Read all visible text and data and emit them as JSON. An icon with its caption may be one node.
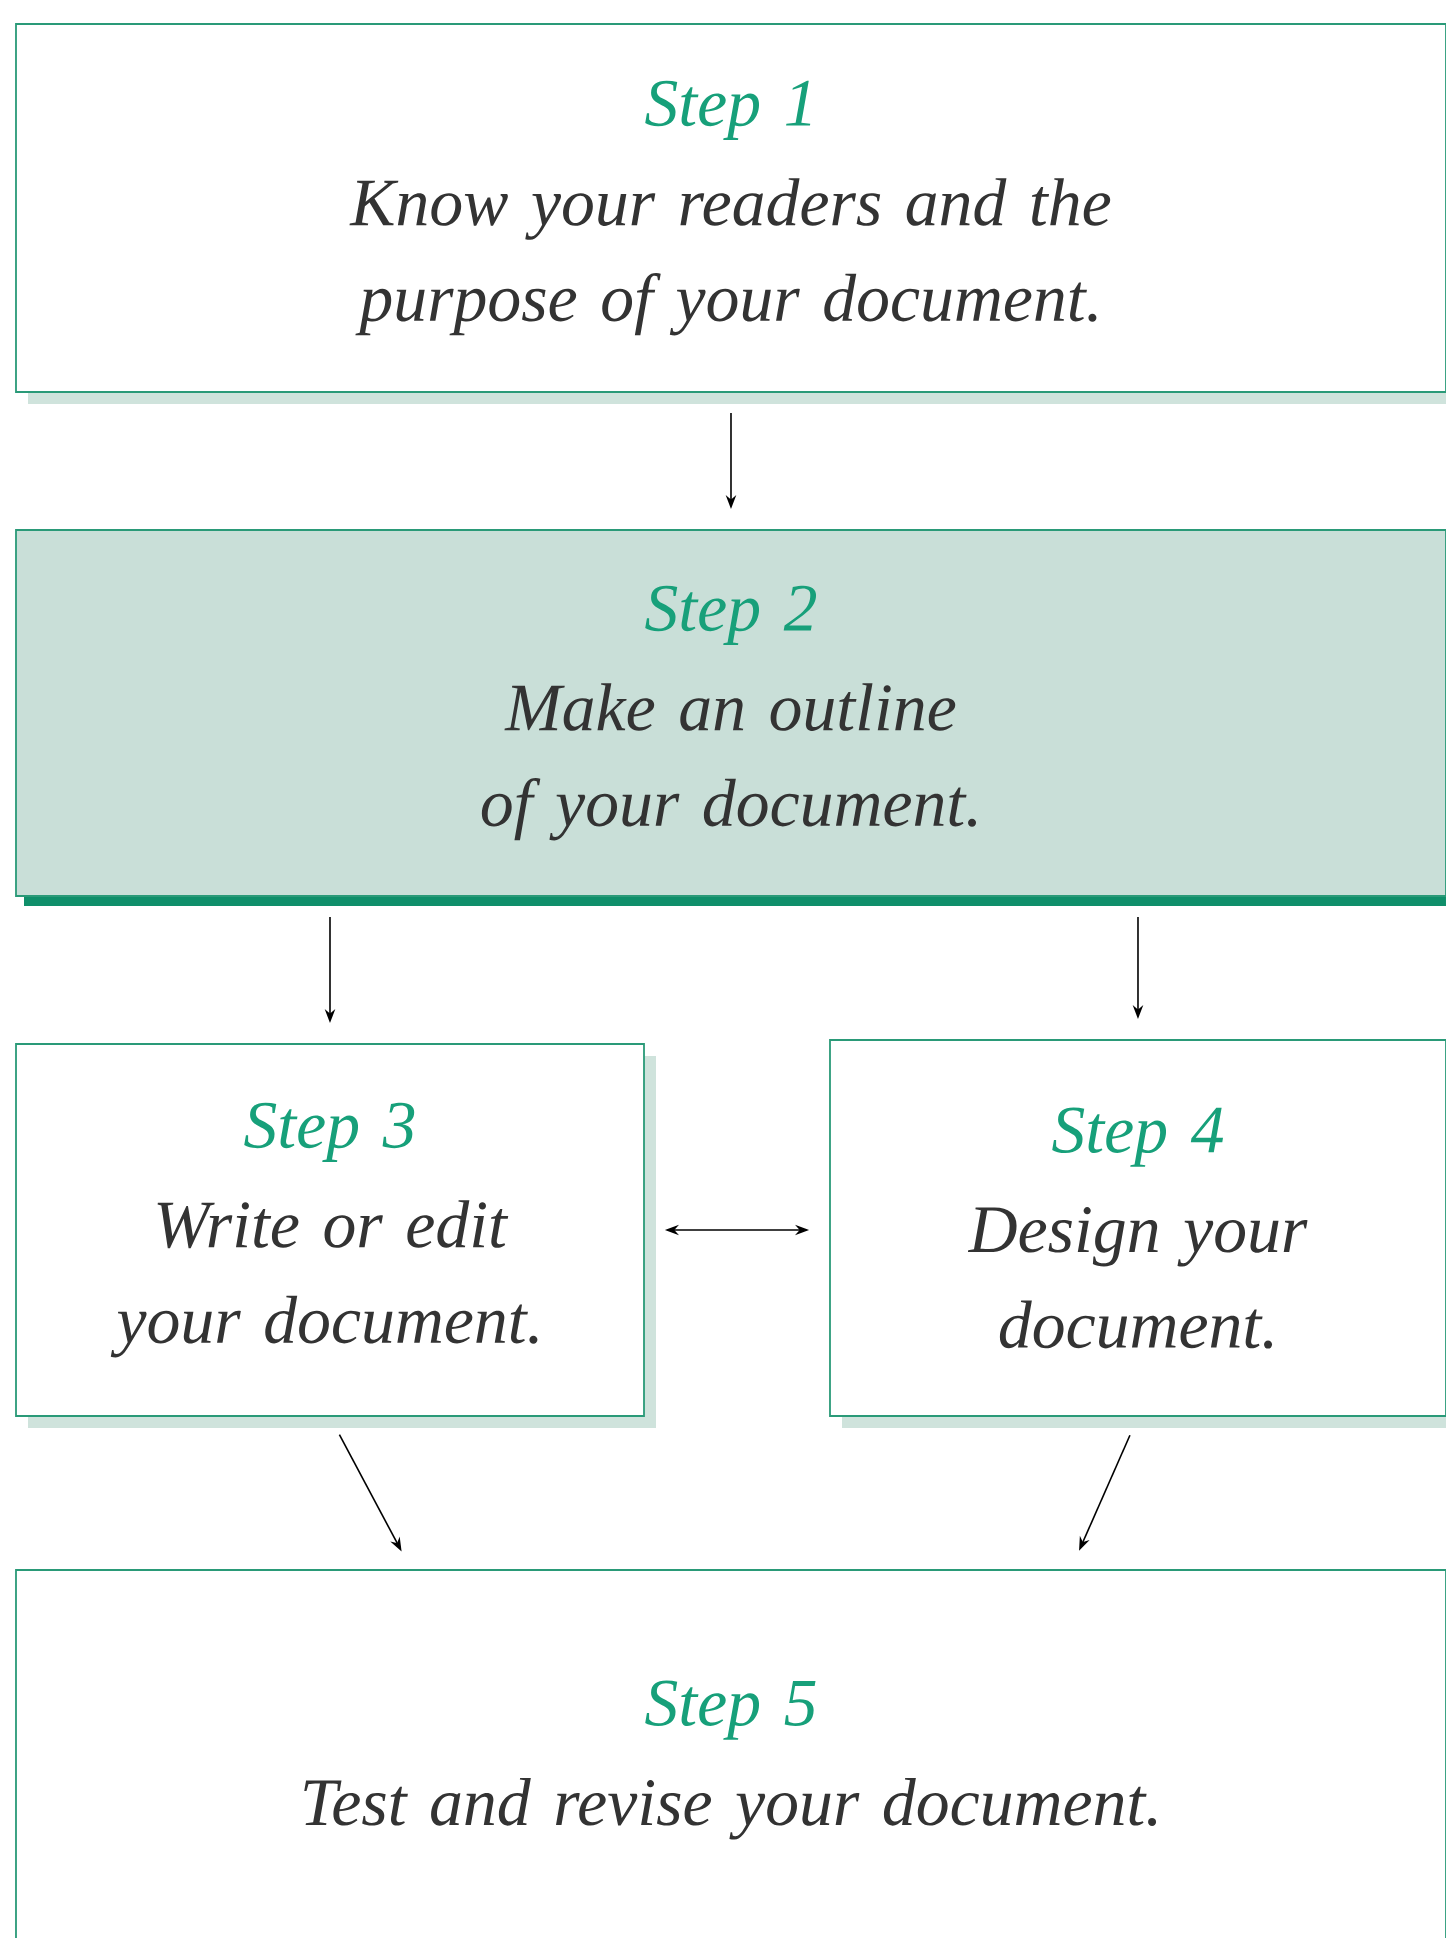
{
  "diagram": {
    "nodes": [
      {
        "text": [
          "Step 1",
          "Know your readers and the purpose of your document."
        ]
      },
      {
        "text": [
          "Step 2",
          "Make an outline of your document."
        ]
      },
      {
        "text": [
          "Step 3",
          "Write or edit your document."
        ]
      },
      {
        "text": [
          "Step 4",
          "Design your document."
        ]
      },
      {
        "text": [
          "Step 5",
          "Test and revise your document."
        ]
      }
    ],
    "edges": [
      {
        "from": 0,
        "to": 1,
        "arrow": "to"
      },
      {
        "from": 1,
        "to": 2,
        "arrow": "to"
      },
      {
        "from": 1,
        "to": 3,
        "arrow": "to"
      },
      {
        "from": 2,
        "to": 3,
        "arrow": "both"
      },
      {
        "from": 2,
        "to": 4,
        "arrow": "to"
      },
      {
        "from": 3,
        "to": 4,
        "arrow": "to"
      }
    ]
  }
}
